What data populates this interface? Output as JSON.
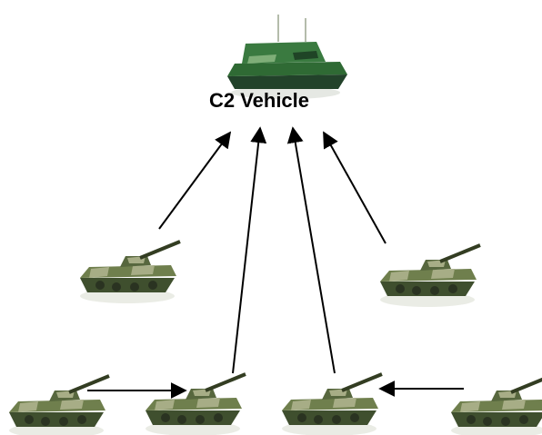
{
  "diagram": {
    "title": "C2 Vehicle",
    "colors": {
      "arrow": "#000000",
      "camo_dark": "#3f4f2e",
      "camo_mid": "#6f7f4d",
      "camo_light": "#a7ad86",
      "c2_green": "#2f6a34"
    },
    "nodes": [
      {
        "id": "c2",
        "icon": "command-vehicle-icon"
      },
      {
        "id": "mid-left",
        "icon": "tank-icon"
      },
      {
        "id": "mid-right",
        "icon": "tank-icon"
      },
      {
        "id": "bottom-1",
        "icon": "tank-icon"
      },
      {
        "id": "bottom-2",
        "icon": "tank-icon"
      },
      {
        "id": "bottom-3",
        "icon": "tank-icon"
      },
      {
        "id": "bottom-4",
        "icon": "tank-icon"
      }
    ],
    "edges": [
      {
        "from": "mid-left",
        "to": "c2"
      },
      {
        "from": "bottom-2",
        "to": "c2"
      },
      {
        "from": "bottom-3",
        "to": "c2"
      },
      {
        "from": "mid-right",
        "to": "c2"
      },
      {
        "from": "bottom-1",
        "to": "bottom-2"
      },
      {
        "from": "bottom-4",
        "to": "bottom-3"
      }
    ]
  }
}
